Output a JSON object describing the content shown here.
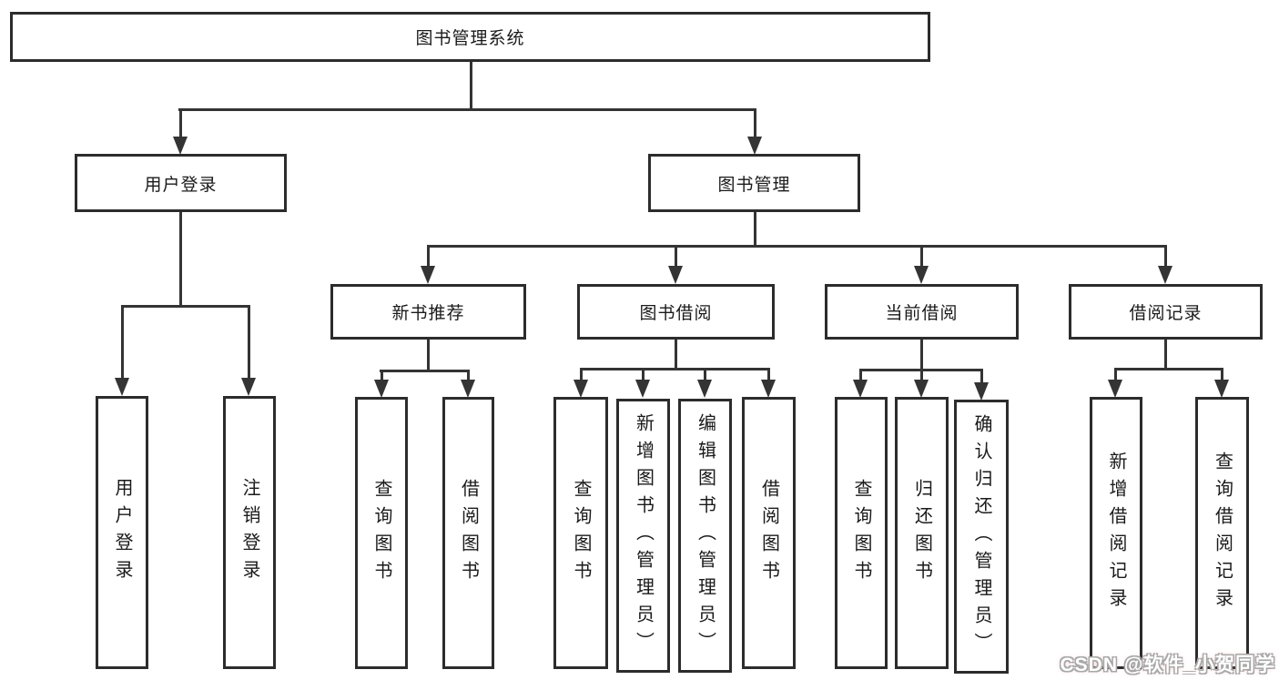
{
  "diagram": {
    "root": {
      "label": "图书管理系统"
    },
    "branches": [
      {
        "label": "用户登录",
        "children": [
          {
            "label": "用户登录"
          },
          {
            "label": "注销登录"
          }
        ]
      },
      {
        "label": "图书管理",
        "sections": [
          {
            "label": "新书推荐",
            "children": [
              {
                "label": "查询图书"
              },
              {
                "label": "借阅图书"
              }
            ]
          },
          {
            "label": "图书借阅",
            "children": [
              {
                "label": "查询图书"
              },
              {
                "label": "新增图书（管理员）"
              },
              {
                "label": "编辑图书（管理员）"
              },
              {
                "label": "借阅图书"
              }
            ]
          },
          {
            "label": "当前借阅",
            "children": [
              {
                "label": "查询图书"
              },
              {
                "label": "归还图书"
              },
              {
                "label": "确认归还（管理员）"
              }
            ]
          },
          {
            "label": "借阅记录",
            "children": [
              {
                "label": "新增借阅记录"
              },
              {
                "label": "查询借阅记录"
              }
            ]
          }
        ]
      }
    ]
  },
  "watermark": {
    "text": "CSDN @软件_小贺同学"
  },
  "colors": {
    "line": "#343434",
    "box_border": "#2c2c2c",
    "text": "#1a1a1a",
    "background": "#ffffff",
    "watermark_fill": "#ffffff",
    "watermark_outline": "#a8a8a8"
  }
}
